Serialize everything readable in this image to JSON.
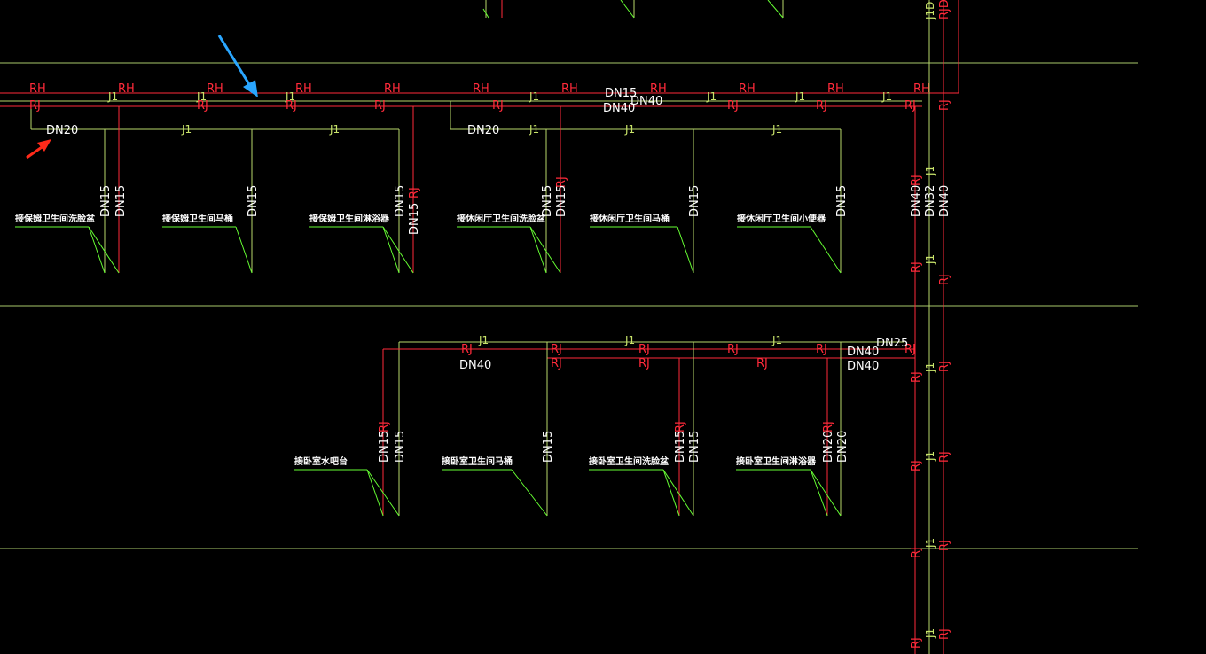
{
  "colors": {
    "background": "#000000",
    "hot_water_line": "#ff2a3a",
    "cold_water_line": "#b8d86a",
    "leader_line": "#66ff33",
    "floor_line": "#a7c96a",
    "text": "#ffffff",
    "blue_arrow": "#2aa6ff",
    "red_arrow": "#ff2a1a"
  },
  "pipe_codes": {
    "hot_return": "RH",
    "hot_supply": "RJ",
    "cold": "J1",
    "riser_top_a": "J1D",
    "riser_top_b": "RJD"
  },
  "sizes": {
    "dn15": "DN15",
    "dn20": "DN20",
    "dn25": "DN25",
    "dn32": "DN32",
    "dn40": "DN40"
  },
  "fixtures": {
    "upper": [
      "接保姆卫生间洗脸盆",
      "接保姆卫生间马桶",
      "接保姆卫生间淋浴器",
      "接休闲厅卫生间洗脸盆",
      "接休闲厅卫生间马桶",
      "接休闲厅卫生间小便器"
    ],
    "lower": [
      "接卧室水吧台",
      "接卧室卫生间马桶",
      "接卧室卫生间洗脸盆",
      "接卧室卫生间淋浴器"
    ]
  },
  "annotations": {
    "blue_arrow": "arrow-icon",
    "red_arrow": "arrow-icon"
  }
}
